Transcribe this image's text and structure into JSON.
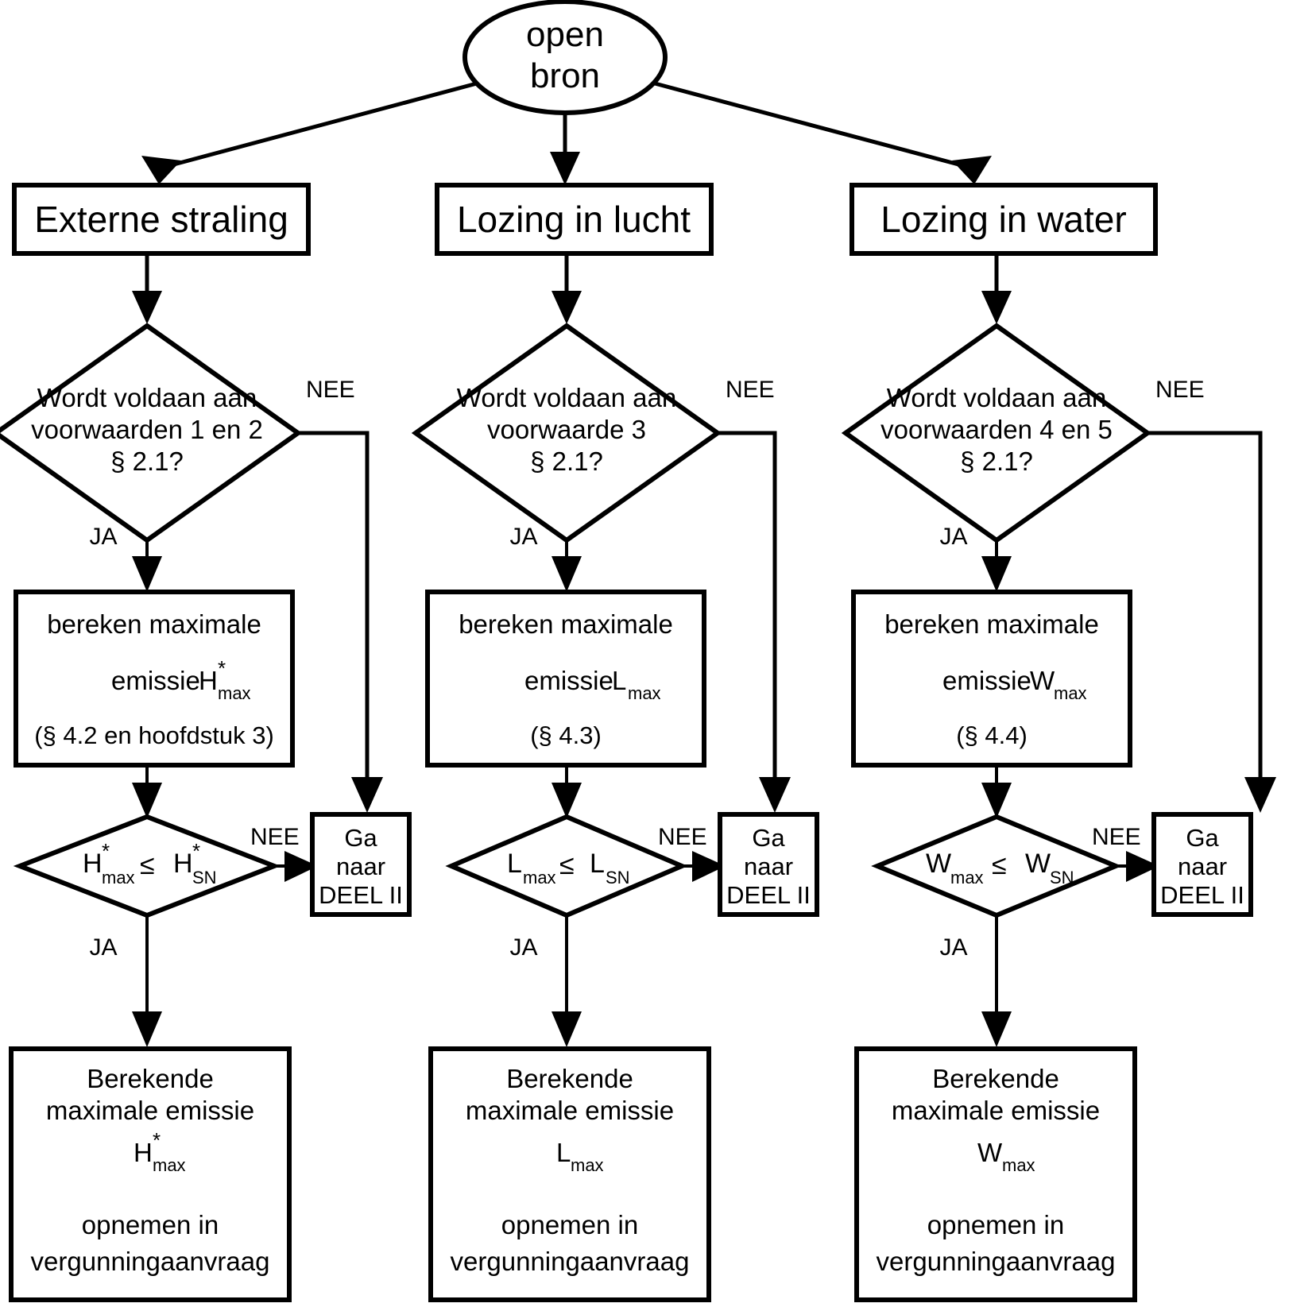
{
  "diagram": {
    "title": "open bron beslisschema",
    "colors": {
      "stroke": "#000000",
      "fill": "#ffffff",
      "text": "#000000"
    },
    "start": {
      "line1": "open",
      "line2": "bron"
    },
    "labels": {
      "yes": "JA",
      "no": "NEE"
    },
    "branches": [
      {
        "id": "externe-straling",
        "header": "Externe straling",
        "condition": {
          "line1": "Wordt voldaan aan",
          "line2": "voorwaarden 1 en 2",
          "line3": "§ 2.1?"
        },
        "process": {
          "line1": "bereken maximale",
          "line2_prefix": "emissie",
          "symbol": "H",
          "symbol_sup": "*",
          "symbol_sub": "max",
          "line3": "(§ 4.2 en hoofdstuk 3)"
        },
        "compare": {
          "left_sym": "H",
          "left_sup": "*",
          "left_sub": "max",
          "operator": "≤",
          "right_sym": "H",
          "right_sup": "*",
          "right_sub": "SN"
        },
        "exit": {
          "line1": "Ga",
          "line2": "naar",
          "line3": "DEEL II"
        },
        "result": {
          "line1": "Berekende",
          "line2": "maximale emissie",
          "symbol": "H",
          "symbol_sup": "*",
          "symbol_sub": "max",
          "line4": "opnemen in",
          "line5": "vergunningaanvraag"
        }
      },
      {
        "id": "lozing-in-lucht",
        "header": "Lozing in lucht",
        "condition": {
          "line1": "Wordt voldaan aan",
          "line2": "voorwaarde 3",
          "line3": "§ 2.1?"
        },
        "process": {
          "line1": "bereken maximale",
          "line2_prefix": "emissie",
          "symbol": "L",
          "symbol_sup": "",
          "symbol_sub": "max",
          "line3": "(§ 4.3)"
        },
        "compare": {
          "left_sym": "L",
          "left_sup": "",
          "left_sub": "max",
          "operator": "≤",
          "right_sym": "L",
          "right_sup": "",
          "right_sub": "SN"
        },
        "exit": {
          "line1": "Ga",
          "line2": "naar",
          "line3": "DEEL II"
        },
        "result": {
          "line1": "Berekende",
          "line2": "maximale emissie",
          "symbol": "L",
          "symbol_sup": "",
          "symbol_sub": "max",
          "line4": "opnemen in",
          "line5": "vergunningaanvraag"
        }
      },
      {
        "id": "lozing-in-water",
        "header": "Lozing in water",
        "condition": {
          "line1": "Wordt voldaan aan",
          "line2": "voorwaarden 4 en 5",
          "line3": "§ 2.1?"
        },
        "process": {
          "line1": "bereken maximale",
          "line2_prefix": "emissie",
          "symbol": "W",
          "symbol_sup": "",
          "symbol_sub": "max",
          "line3": "(§ 4.4)"
        },
        "compare": {
          "left_sym": "W",
          "left_sup": "",
          "left_sub": "max",
          "operator": "≤",
          "right_sym": "W",
          "right_sup": "",
          "right_sub": "SN"
        },
        "exit": {
          "line1": "Ga",
          "line2": "naar",
          "line3": "DEEL II"
        },
        "result": {
          "line1": "Berekende",
          "line2": "maximale emissie",
          "symbol": "W",
          "symbol_sup": "",
          "symbol_sub": "max",
          "line4": "opnemen in",
          "line5": "vergunningaanvraag"
        }
      }
    ]
  }
}
